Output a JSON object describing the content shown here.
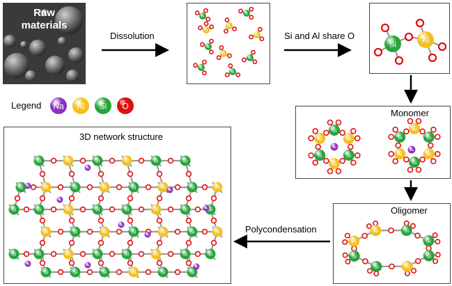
{
  "raw": {
    "line1": "Raw",
    "line2": "materials"
  },
  "labels": {
    "dissolution": "Dissolution",
    "si_al_share": "Si and Al share O",
    "monomer": "Monomer",
    "oligomer": "Oligomer",
    "polycondensation": "Polycondensation",
    "network": "3D network structure"
  },
  "legend": {
    "title": "Legend",
    "items": [
      {
        "symbol": "Na",
        "color": "#8e2fc2"
      },
      {
        "symbol": "Al",
        "color": "#f4c020"
      },
      {
        "symbol": "Si",
        "color": "#27a53b"
      },
      {
        "symbol": "O",
        "color": "#e01010"
      }
    ]
  },
  "atoms": {
    "na": "Na",
    "al": "Al",
    "si": "Si",
    "o": "O"
  }
}
